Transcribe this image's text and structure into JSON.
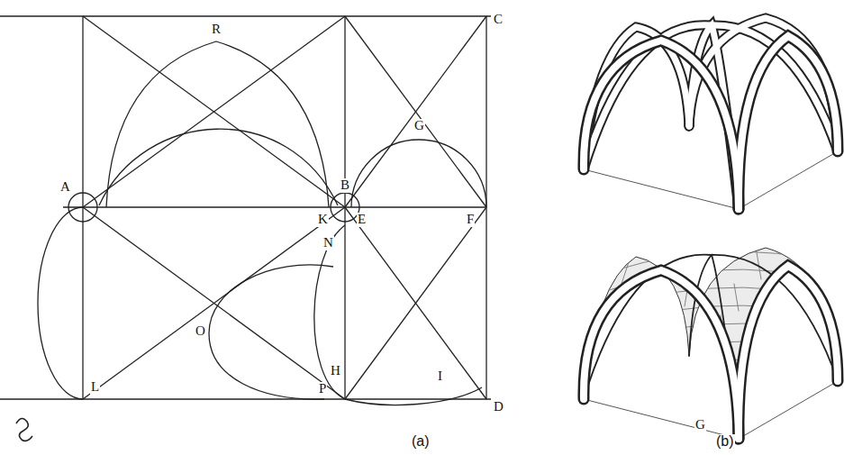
{
  "diagram": {
    "labels": [
      "R",
      "A",
      "B",
      "C",
      "K",
      "E",
      "F",
      "G",
      "N",
      "O",
      "L",
      "H",
      "I",
      "P",
      "D",
      "(a)",
      "(b)",
      "G"
    ]
  }
}
